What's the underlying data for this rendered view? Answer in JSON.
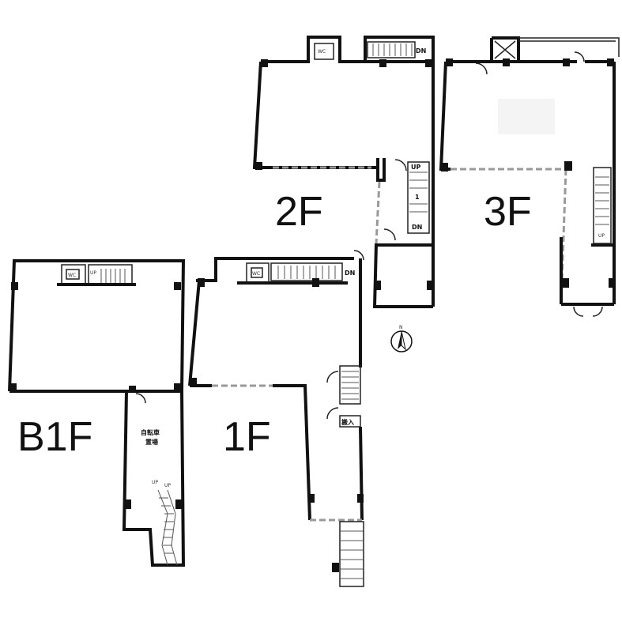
{
  "floors": {
    "b1f": {
      "label": "B1F",
      "wc": "WC",
      "up": "UP",
      "bike": [
        "自転車",
        "置場"
      ],
      "up2": "UP",
      "up3": "UP"
    },
    "f1": {
      "label": "1F",
      "wc": "WC",
      "dn": "DN",
      "entrance": "搬入"
    },
    "f2": {
      "label": "2F",
      "wc": "WC",
      "dn": "DN",
      "up": "UP",
      "num": "1",
      "dn2": "DN"
    },
    "f3": {
      "label": "3F",
      "up": "UP"
    }
  },
  "north": "N",
  "colors": {
    "wall": "#111111",
    "opening": "#999999",
    "background": "#ffffff"
  }
}
